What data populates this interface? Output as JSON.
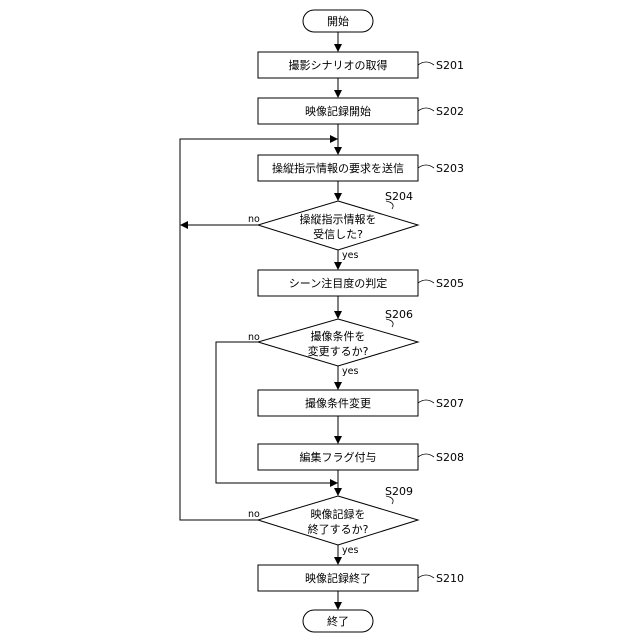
{
  "flowchart": {
    "start": "開始",
    "end": "終了",
    "s201": {
      "label": "撮影シナリオの取得",
      "step": "S201"
    },
    "s202": {
      "label": "映像記録開始",
      "step": "S202"
    },
    "s203": {
      "label": "操縦指示情報の要求を送信",
      "step": "S203"
    },
    "s204": {
      "line1": "操縦指示情報を",
      "line2": "受信した?",
      "step": "S204",
      "yes": "yes",
      "no": "no"
    },
    "s205": {
      "label": "シーン注目度の判定",
      "step": "S205"
    },
    "s206": {
      "line1": "撮像条件を",
      "line2": "変更するか?",
      "step": "S206",
      "yes": "yes",
      "no": "no"
    },
    "s207": {
      "label": "撮像条件変更",
      "step": "S207"
    },
    "s208": {
      "label": "編集フラグ付与",
      "step": "S208"
    },
    "s209": {
      "line1": "映像記録を",
      "line2": "終了するか?",
      "step": "S209",
      "yes": "yes",
      "no": "no"
    },
    "s210": {
      "label": "映像記録終了",
      "step": "S210"
    }
  }
}
